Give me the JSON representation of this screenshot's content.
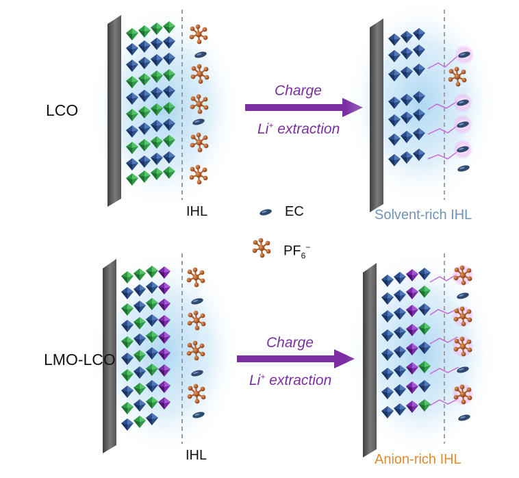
{
  "rows": [
    {
      "label": "LCO",
      "left_ihl": "IHL",
      "arrow_top": "Charge",
      "arrow_bottom_main": "Li",
      "arrow_bottom_sup": "+",
      "arrow_bottom_rest": " extraction",
      "result": "Solvent-rich IHL"
    },
    {
      "label": "LMO-LCO",
      "left_ihl": "IHL",
      "arrow_top": "Charge",
      "arrow_bottom_main": "Li",
      "arrow_bottom_sup": "+",
      "arrow_bottom_rest": " extraction",
      "result": "Anion-rich IHL"
    }
  ],
  "legend": {
    "solvent": "EC",
    "anion_main": "PF",
    "anion_sub": "6",
    "anion_sup": "−"
  },
  "colors": {
    "arrow": "#7a2ea2",
    "solvent_result": "#6f93b9",
    "anion_result": "#e08a2e",
    "octahedra_green": "#2f9a45",
    "octahedra_blue": "#2c4f8c",
    "octahedra_purple": "#7a2aa8",
    "anion": "#b85c26",
    "solvent": "#2f4a6e",
    "glow": "#9ed0f0",
    "current_collector": "#6b6b6b"
  }
}
